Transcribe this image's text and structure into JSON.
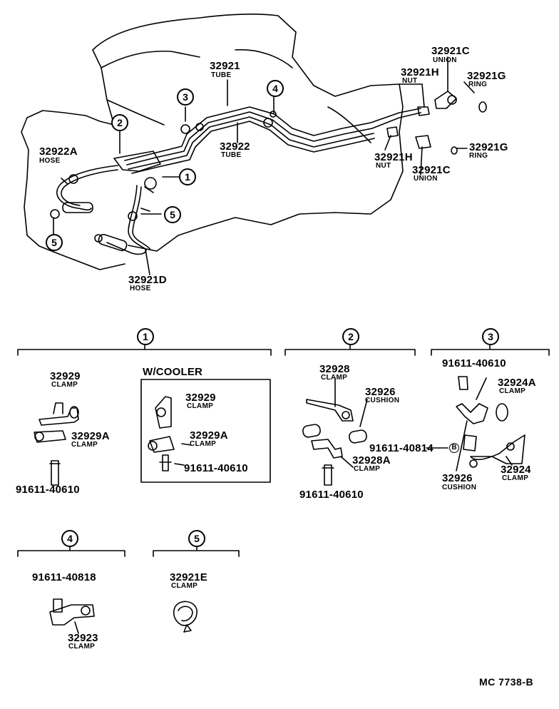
{
  "figure_code": "MC  7738-B",
  "upper": {
    "tube_32921": {
      "pn": "32921",
      "desc": "TUBE"
    },
    "tube_32922": {
      "pn": "32922",
      "desc": "TUBE"
    },
    "hose_32922a": {
      "pn": "32922A",
      "desc": "HOSE"
    },
    "hose_32921d": {
      "pn": "32921D",
      "desc": "HOSE"
    },
    "nut_32921h_top": {
      "pn": "32921H",
      "desc": "NUT"
    },
    "nut_32921h_bottom": {
      "pn": "32921H",
      "desc": "NUT"
    },
    "union_32921c_top": {
      "pn": "32921C",
      "desc": "UNION"
    },
    "union_32921c_bottom": {
      "pn": "32921C",
      "desc": "UNION"
    },
    "ring_32921g_top": {
      "pn": "32921G",
      "desc": "RING"
    },
    "ring_32921g_bottom": {
      "pn": "32921G",
      "desc": "RING"
    },
    "callouts": [
      "1",
      "2",
      "3",
      "4",
      "5"
    ]
  },
  "section1": {
    "num": "1",
    "clamp_32929": {
      "pn": "32929",
      "desc": "CLAMP"
    },
    "clamp_32929a": {
      "pn": "32929A",
      "desc": "CLAMP"
    },
    "bolt": "91611-40610",
    "cooler": {
      "title": "W/COOLER",
      "clamp_32929": {
        "pn": "32929",
        "desc": "CLAMP"
      },
      "clamp_32929a": {
        "pn": "32929A",
        "desc": "CLAMP"
      },
      "bolt": "91611-40610"
    }
  },
  "section2": {
    "num": "2",
    "clamp_32928": {
      "pn": "32928",
      "desc": "CLAMP"
    },
    "cushion_32926": {
      "pn": "32926",
      "desc": "CUSHION"
    },
    "bolt_b": "91611-40814",
    "b_ref": "B",
    "clamp_32928a": {
      "pn": "32928A",
      "desc": "CLAMP"
    },
    "bolt": "91611-40610"
  },
  "section3": {
    "num": "3",
    "bolt": "91611-40610",
    "clamp_32924a": {
      "pn": "32924A",
      "desc": "CLAMP"
    },
    "cushion_32926": {
      "pn": "32926",
      "desc": "CUSHION"
    },
    "clamp_32924": {
      "pn": "32924",
      "desc": "CLAMP"
    }
  },
  "section4": {
    "num": "4",
    "bolt": "91611-40818",
    "clamp_32923": {
      "pn": "32923",
      "desc": "CLAMP"
    }
  },
  "section5": {
    "num": "5",
    "clamp_32921e": {
      "pn": "32921E",
      "desc": "CLAMP"
    }
  }
}
